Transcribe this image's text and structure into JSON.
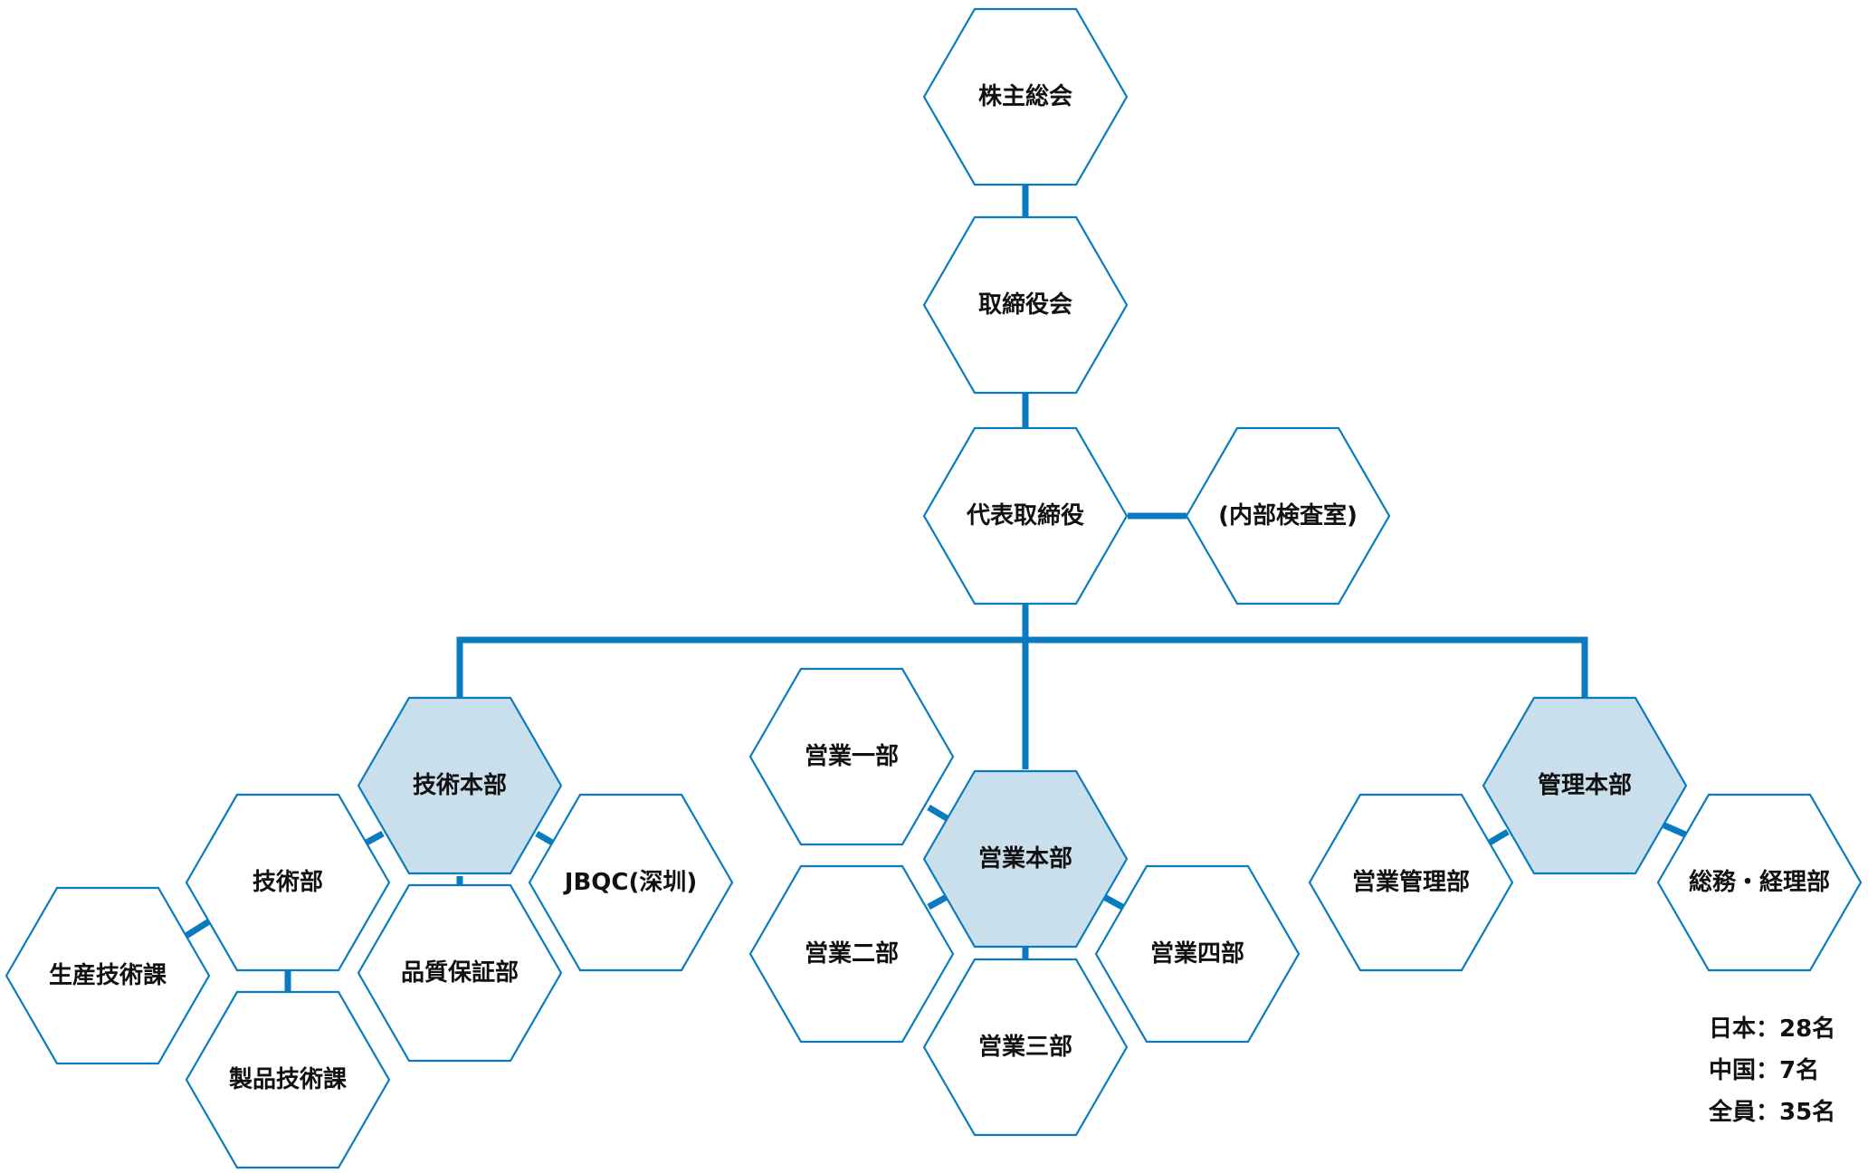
{
  "units": {
    "shareholders": "株主総会",
    "board": "取締役会",
    "ceo": "代表取締役",
    "audit": "(内部検査室)",
    "tech_hq": "技術本部",
    "tech_dept": "技術部",
    "production_tech": "生産技術課",
    "product_tech": "製品技術課",
    "quality": "品質保証部",
    "jbqc": "JBQC(深圳)",
    "sales_hq": "営業本部",
    "sales1": "営業一部",
    "sales2": "営業二部",
    "sales3": "営業三部",
    "sales4": "営業四部",
    "admin_hq": "管理本部",
    "sales_admin": "営業管理部",
    "general_affairs": "総務・経理部"
  },
  "highlighted": [
    "tech_hq",
    "sales_hq",
    "admin_hq"
  ],
  "headcount": {
    "japan": "日本：28名",
    "china": "中国：7名",
    "total": "全員：35名"
  },
  "colors": {
    "line": "#0a7bc0",
    "highlight_fill": "#c9dfeb"
  }
}
